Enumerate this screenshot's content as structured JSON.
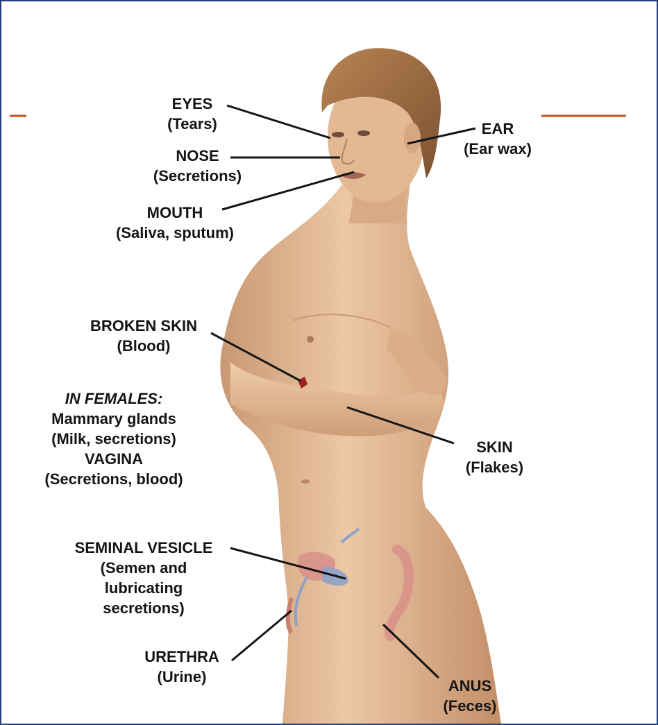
{
  "labels": {
    "eyes": {
      "name": "EYES",
      "secretion": "(Tears)"
    },
    "nose": {
      "name": "NOSE",
      "secretion": "(Secretions)"
    },
    "mouth": {
      "name": "MOUTH",
      "secretion": "(Saliva, sputum)"
    },
    "ear": {
      "name": "EAR",
      "secretion": "(Ear wax)"
    },
    "broken_skin": {
      "name": "BROKEN SKIN",
      "secretion": "(Blood)"
    },
    "females": {
      "heading": "IN FEMALES:",
      "line1": "Mammary glands",
      "line2": "(Milk, secretions)",
      "line3": "VAGINA",
      "line4": "(Secretions, blood)"
    },
    "skin": {
      "name": "SKIN",
      "secretion": "(Flakes)"
    },
    "seminal_vesicle": {
      "name": "SEMINAL VESICLE",
      "line1": "(Semen and",
      "line2": "lubricating",
      "line3": "secretions)"
    },
    "urethra": {
      "name": "URETHRA",
      "secretion": "(Urine)"
    },
    "anus": {
      "name": "ANUS",
      "secretion": "(Feces)"
    }
  },
  "colors": {
    "frame_border": "#1f3f7a",
    "accent_rule": "#c0531f",
    "leader_line": "#151515",
    "skin_tone": "#e6bf9b",
    "hair": "#9c6a3e",
    "organ_pink": "#d98f8a",
    "organ_blue": "#8ea2c8"
  }
}
